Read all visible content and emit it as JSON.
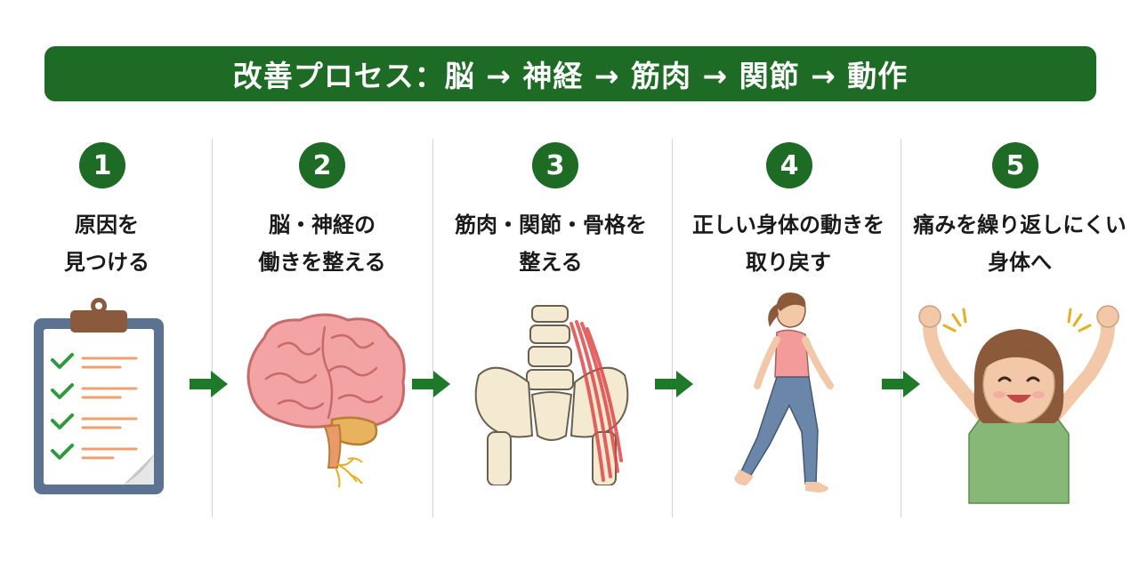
{
  "banner": {
    "title": "改善プロセス：脳 → 神経 → 筋肉 → 関節 → 動作"
  },
  "colors": {
    "brand_green": "#1e6b25",
    "arrow_green": "#1e7a28",
    "divider": "#d4d4d4"
  },
  "steps": [
    {
      "number": "1",
      "title_lines": [
        "原因を",
        "見つける"
      ],
      "illustration": "clipboard-checklist-icon"
    },
    {
      "number": "2",
      "title_lines": [
        "脳・神経の",
        "働きを整える"
      ],
      "illustration": "brain-icon"
    },
    {
      "number": "3",
      "title_lines": [
        "筋肉・関節・骨格を",
        "整える"
      ],
      "illustration": "pelvis-spine-icon"
    },
    {
      "number": "4",
      "title_lines": [
        "正しい身体の動きを",
        "取り戻す"
      ],
      "illustration": "walking-woman-icon"
    },
    {
      "number": "5",
      "title_lines": [
        "痛みを繰り返しにくい",
        "身体へ"
      ],
      "illustration": "happy-woman-icon"
    }
  ]
}
